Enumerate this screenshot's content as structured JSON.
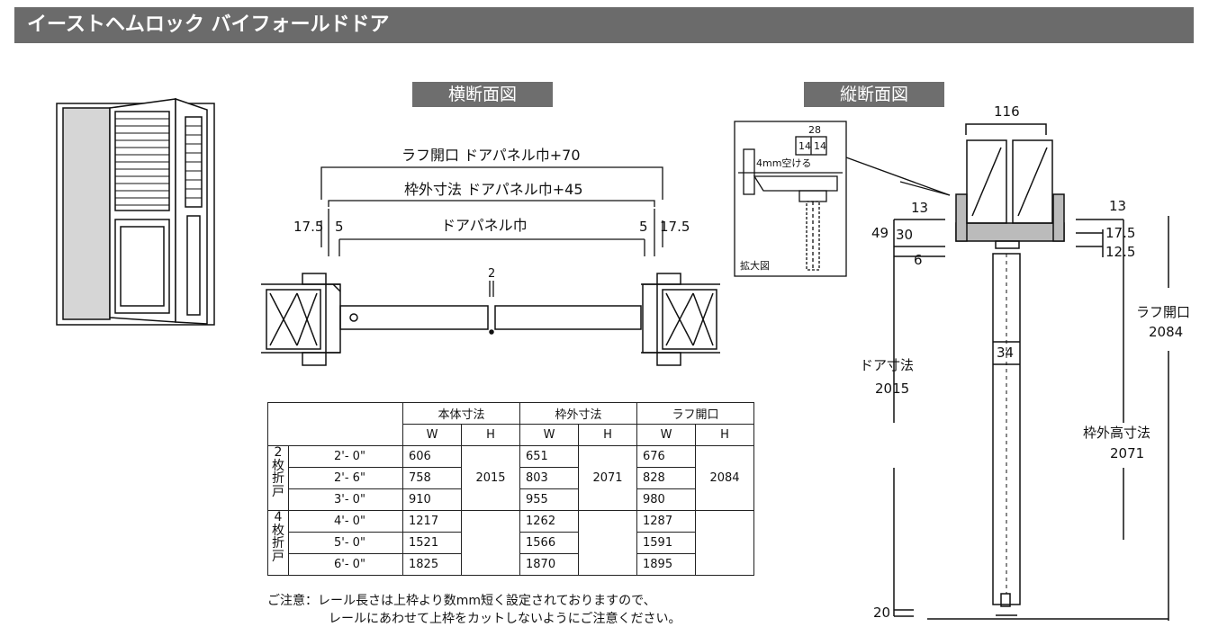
{
  "title": "イーストヘムロック バイフォールドドア",
  "sections": {
    "horizontal": "横断面図",
    "vertical": "縦断面図"
  },
  "horizontal": {
    "rough_opening": "ラフ開口 ドアパネル巾+70",
    "frame_outer": "枠外寸法 ドアパネル巾+45",
    "panel_width": "ドアパネル巾",
    "d_left_175": "17.5",
    "d_left_5": "5",
    "d_right_5": "5",
    "d_right_175": "17.5",
    "gap": "2"
  },
  "table": {
    "headers": [
      "本体寸法",
      "枠外寸法",
      "ラフ開口"
    ],
    "sub": [
      "W",
      "H",
      "W",
      "H",
      "W",
      "H"
    ],
    "group2": "2\n枚\n折\n戸",
    "group4": "4\n枚\n折\n戸",
    "rows": [
      {
        "size": "2'- 0\"",
        "w1": "606",
        "w2": "651",
        "w3": "676"
      },
      {
        "size": "2'- 6\"",
        "w1": "758",
        "w2": "803",
        "w3": "828"
      },
      {
        "size": "3'- 0\"",
        "w1": "910",
        "w2": "955",
        "w3": "980"
      },
      {
        "size": "4'- 0\"",
        "w1": "1217",
        "w2": "1262",
        "w3": "1287"
      },
      {
        "size": "5'- 0\"",
        "w1": "1521",
        "w2": "1566",
        "w3": "1591"
      },
      {
        "size": "6'- 0\"",
        "w1": "1825",
        "w2": "1870",
        "w3": "1895"
      }
    ],
    "h1": "2015",
    "h2": "2071",
    "h3": "2084"
  },
  "note": {
    "line1": "ご注意：レール長さは上枠より数mm短く設定されておりますので、",
    "line2": "レールにあわせて上枠をカットしないようにご注意ください。"
  },
  "vertical": {
    "d116": "116",
    "d13l": "13",
    "d13r": "13",
    "d49": "49",
    "d30": "30",
    "d6": "6",
    "d175": "17.5",
    "d125": "12.5",
    "d34": "34",
    "d20": "20",
    "door_size_label": "ドア寸法",
    "door_size": "2015",
    "rough_label": "ラフ開口",
    "rough": "2084",
    "frame_h_label": "枠外高寸法",
    "frame_h": "2071",
    "zoom_28": "28",
    "zoom_14a": "14",
    "zoom_14b": "14",
    "zoom_gap": "4mm空ける",
    "zoom_label": "拡大図"
  }
}
